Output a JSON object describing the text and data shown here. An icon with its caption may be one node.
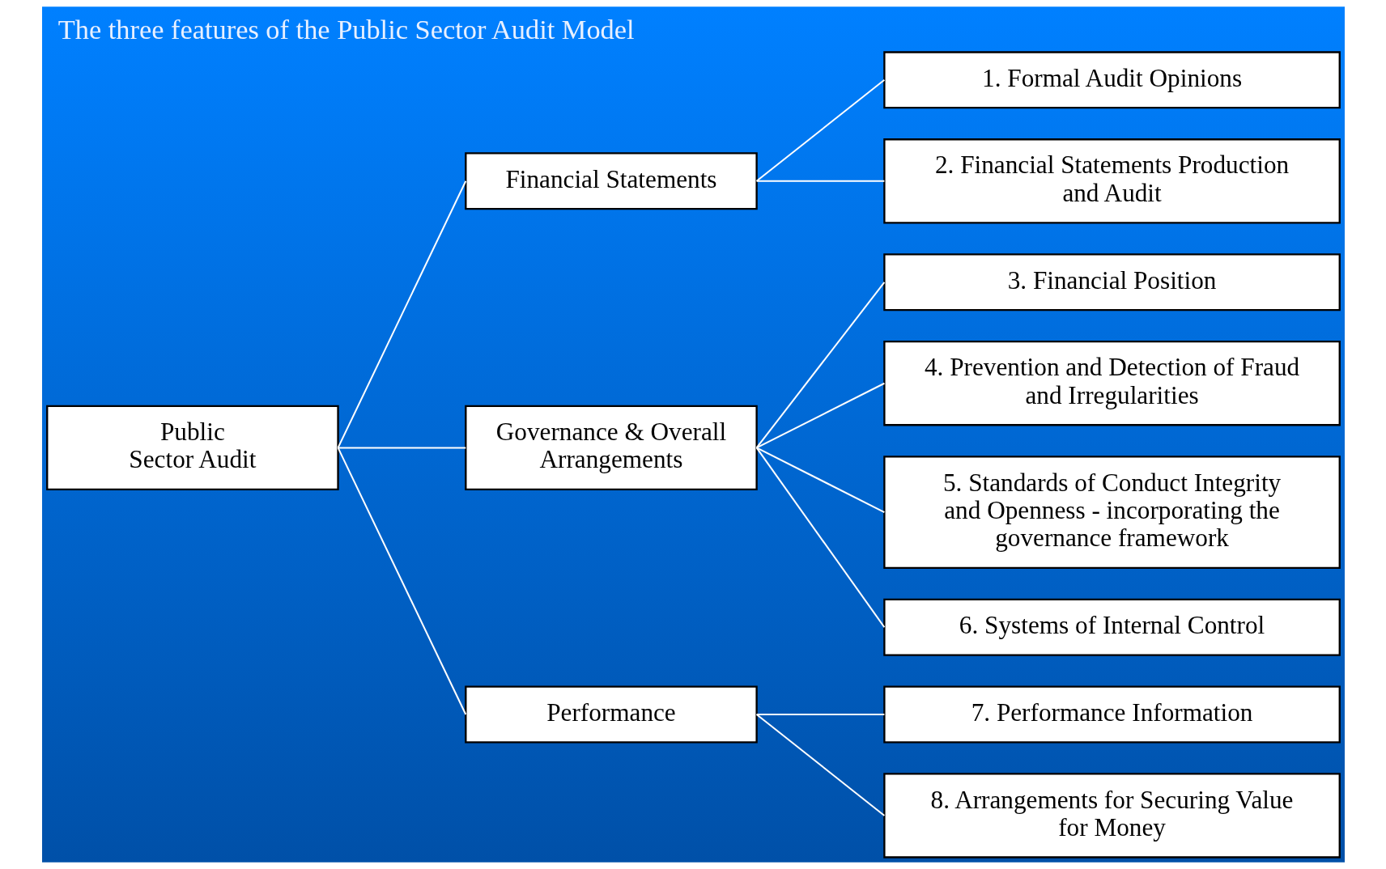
{
  "diagram": {
    "title": "The three features of the Public Sector Audit Model",
    "nodes": [
      {
        "text": [
          "Public Sector Audit"
        ]
      },
      {
        "text": [
          "Financial Statements"
        ]
      },
      {
        "text": [
          "Governance & Overall Arrangements"
        ]
      },
      {
        "text": [
          "Performance"
        ]
      },
      {
        "text": [
          "1. Formal Audit Opinions"
        ]
      },
      {
        "text": [
          "2. Financial Statements Production and Audit"
        ]
      },
      {
        "text": [
          "3. Financial Position"
        ]
      },
      {
        "text": [
          "4. Prevention and Detection of Fraud and Irregularities"
        ]
      },
      {
        "text": [
          "5. Standards of Conduct Integrity and Openness - incorporating the governance framework"
        ]
      },
      {
        "text": [
          "6. Systems of Internal Control"
        ]
      },
      {
        "text": [
          "7. Performance Information"
        ]
      },
      {
        "text": [
          "8. Arrangements for Securing Value for Money"
        ]
      }
    ],
    "edges": [
      {
        "from": 0,
        "to": 1,
        "arrow": "none"
      },
      {
        "from": 0,
        "to": 2,
        "arrow": "none"
      },
      {
        "from": 0,
        "to": 3,
        "arrow": "none"
      },
      {
        "from": 1,
        "to": 4,
        "arrow": "none"
      },
      {
        "from": 1,
        "to": 5,
        "arrow": "none"
      },
      {
        "from": 2,
        "to": 6,
        "arrow": "none"
      },
      {
        "from": 2,
        "to": 7,
        "arrow": "none"
      },
      {
        "from": 2,
        "to": 8,
        "arrow": "none"
      },
      {
        "from": 2,
        "to": 9,
        "arrow": "none"
      },
      {
        "from": 3,
        "to": 10,
        "arrow": "none"
      },
      {
        "from": 3,
        "to": 11,
        "arrow": "none"
      }
    ]
  }
}
